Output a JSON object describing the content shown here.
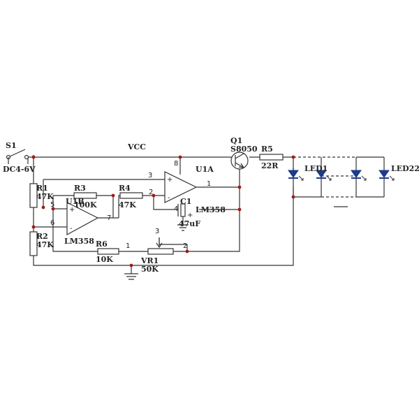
{
  "components": {
    "s1": {
      "ref": "S1"
    },
    "supply": {
      "label": "DC4-6V"
    },
    "vcc": {
      "label": "VCC"
    },
    "q1": {
      "ref": "Q1",
      "value": "S8050"
    },
    "r1": {
      "ref": "R1",
      "value": "47K"
    },
    "r2": {
      "ref": "R2",
      "value": "47K"
    },
    "r3": {
      "ref": "R3",
      "value": "100K"
    },
    "r4": {
      "ref": "R4",
      "value": "47K"
    },
    "r5": {
      "ref": "R5",
      "value": "22R"
    },
    "r6": {
      "ref": "R6",
      "value": "10K"
    },
    "c1": {
      "ref": "C1",
      "value": "47uF"
    },
    "vr1": {
      "ref": "VR1",
      "value": "50K"
    },
    "u1a": {
      "ref": "U1A",
      "part": "LM358"
    },
    "u1b": {
      "ref": "U1B",
      "part": "LM358"
    },
    "led1": {
      "ref": "LED1"
    },
    "led22": {
      "ref": "LED22"
    }
  },
  "pins": {
    "u1a_in_plus": "3",
    "u1a_in_minus": "2",
    "u1a_out": "1",
    "u1a_vcc": "8",
    "u1a_gnd": "4",
    "u1b_in_plus": "5",
    "u1b_in_minus": "6",
    "u1b_out": "7",
    "vr1_top": "3",
    "vr1_right": "2",
    "vr1_left": "1"
  },
  "signs": {
    "plus": "+",
    "minus": "-"
  }
}
